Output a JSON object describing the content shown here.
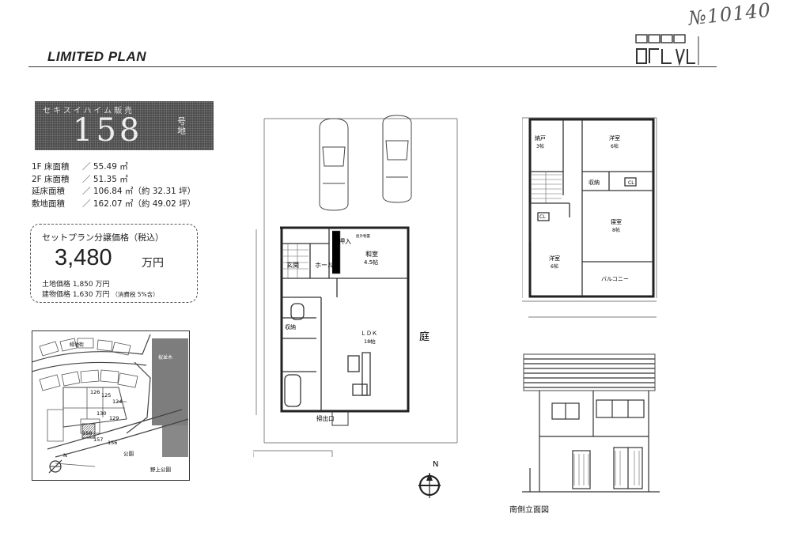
{
  "doc_number": "№10140",
  "title": "LIMITED PLAN",
  "badge": {
    "caption": "セキスイハイム販売",
    "number": "158",
    "unit": "号地"
  },
  "areas": [
    {
      "label": "1F 床面積",
      "value": "／ 55.49 ㎡"
    },
    {
      "label": "2F 床面積",
      "value": "／ 51.35 ㎡"
    },
    {
      "label": "延床面積",
      "value": "／ 106.84 ㎡（約 32.31 坪）"
    },
    {
      "label": "敷地面積",
      "value": "／ 162.07 ㎡（約 49.02 坪）"
    }
  ],
  "price": {
    "heading": "セットプラン分譲価格（税込）",
    "amount": "3,480",
    "unit": "万円",
    "land": "土地価格 1,850 万円",
    "building": "建物価格 1,630 万円",
    "building_note": "（消費税 5%含）"
  },
  "map_labels": {
    "street": "緑池街",
    "trees": "桜並木",
    "lots": [
      "126",
      "125",
      "124",
      "130",
      "129",
      "158",
      "157",
      "156"
    ],
    "park": "公園",
    "park2": "野上公園",
    "north": "N"
  },
  "floor1": {
    "entrance": "玄関",
    "hall": "ホール",
    "closet": "押入",
    "japanese_room": "和室",
    "japanese_size": "4.5帖",
    "storage": "収納",
    "ldk": "ＬＤＫ",
    "ldk_size": "18帖",
    "garden": "庭",
    "window_exit": "掃出口",
    "north": "N"
  },
  "floor2": {
    "study": "納戸",
    "study_size": "3帖",
    "room1": "洋室",
    "room1_size": "6帖",
    "storage": "収納",
    "cl": "CL",
    "bedroom": "寝室",
    "bedroom_size": "8帖",
    "room2": "洋室",
    "room2_size": "6帖",
    "balcony": "バルコニー"
  },
  "elevation_caption": "南側立面図"
}
